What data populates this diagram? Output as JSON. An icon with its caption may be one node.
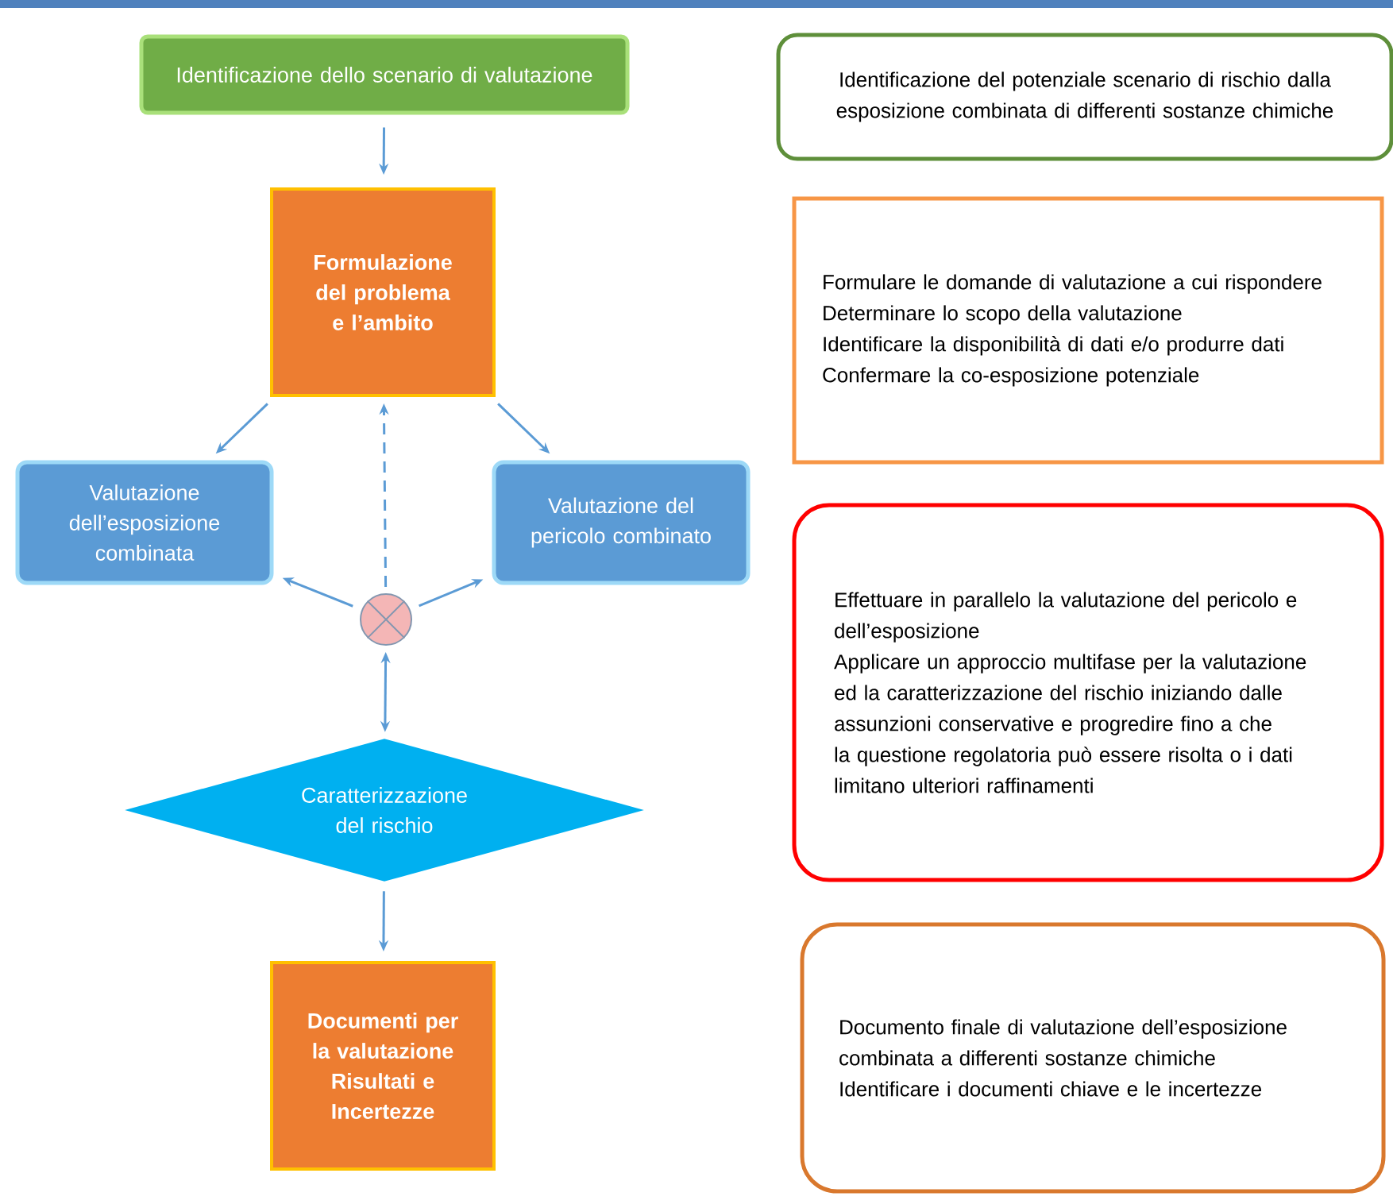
{
  "diagram": {
    "nodes": [
      {
        "text": [
          "Identificazione dello scenario di valutazione"
        ]
      },
      {
        "text": [
          "Formulazione del problema e l’ambito"
        ]
      },
      {
        "text": [
          "Valutazione dell’esposizione combinata"
        ]
      },
      {
        "text": [
          "Valutazione del pericolo combinato"
        ]
      },
      {
        "text": [],
        "shape": "circle"
      },
      {
        "text": [
          "Caratterizzazione del rischio"
        ]
      },
      {
        "text": [
          "Documenti per la valutazione Risultati e Incertezze"
        ]
      },
      {
        "text": [
          "Identificazione del potenziale scenario di rischio dalla esposizione combinata di differenti sostanze chimiche"
        ]
      },
      {
        "text": [
          "Formulare le domande di valutazione a cui rispondere",
          "Determinare lo scopo della valutazione",
          "Identificare la disponibilità di dati e/o produrre dati",
          "Confermare la co-esposizione potenziale"
        ]
      },
      {
        "text": [
          "Effettuare in parallelo la valutazione del pericolo e dell’esposizione",
          "Applicare un approccio multifase per la valutazione ed la caratterizzazione del rischio iniziando dalle assunzioni conservative e progredire fino a che la questione regolatoria può essere risolta o i dati limitano ulteriori raffinamenti"
        ]
      },
      {
        "text": [
          "Documento finale di valutazione dell’esposizione combinata a differenti sostanze chimiche",
          "Identificare i documenti chiave e le incertezze"
        ]
      }
    ],
    "edges": [
      {
        "from": 0,
        "to": 1,
        "arrow": "to"
      },
      {
        "from": 1,
        "to": 2,
        "arrow": "to"
      },
      {
        "from": 1,
        "to": 3,
        "arrow": "to"
      },
      {
        "from": 4,
        "to": 1,
        "arrow": "to",
        "style": "dashed"
      },
      {
        "from": 4,
        "to": 2,
        "arrow": "to"
      },
      {
        "from": 4,
        "to": 3,
        "arrow": "to"
      },
      {
        "from": 4,
        "to": 5,
        "arrow": "both"
      },
      {
        "from": 5,
        "to": 6,
        "arrow": "to"
      }
    ]
  }
}
